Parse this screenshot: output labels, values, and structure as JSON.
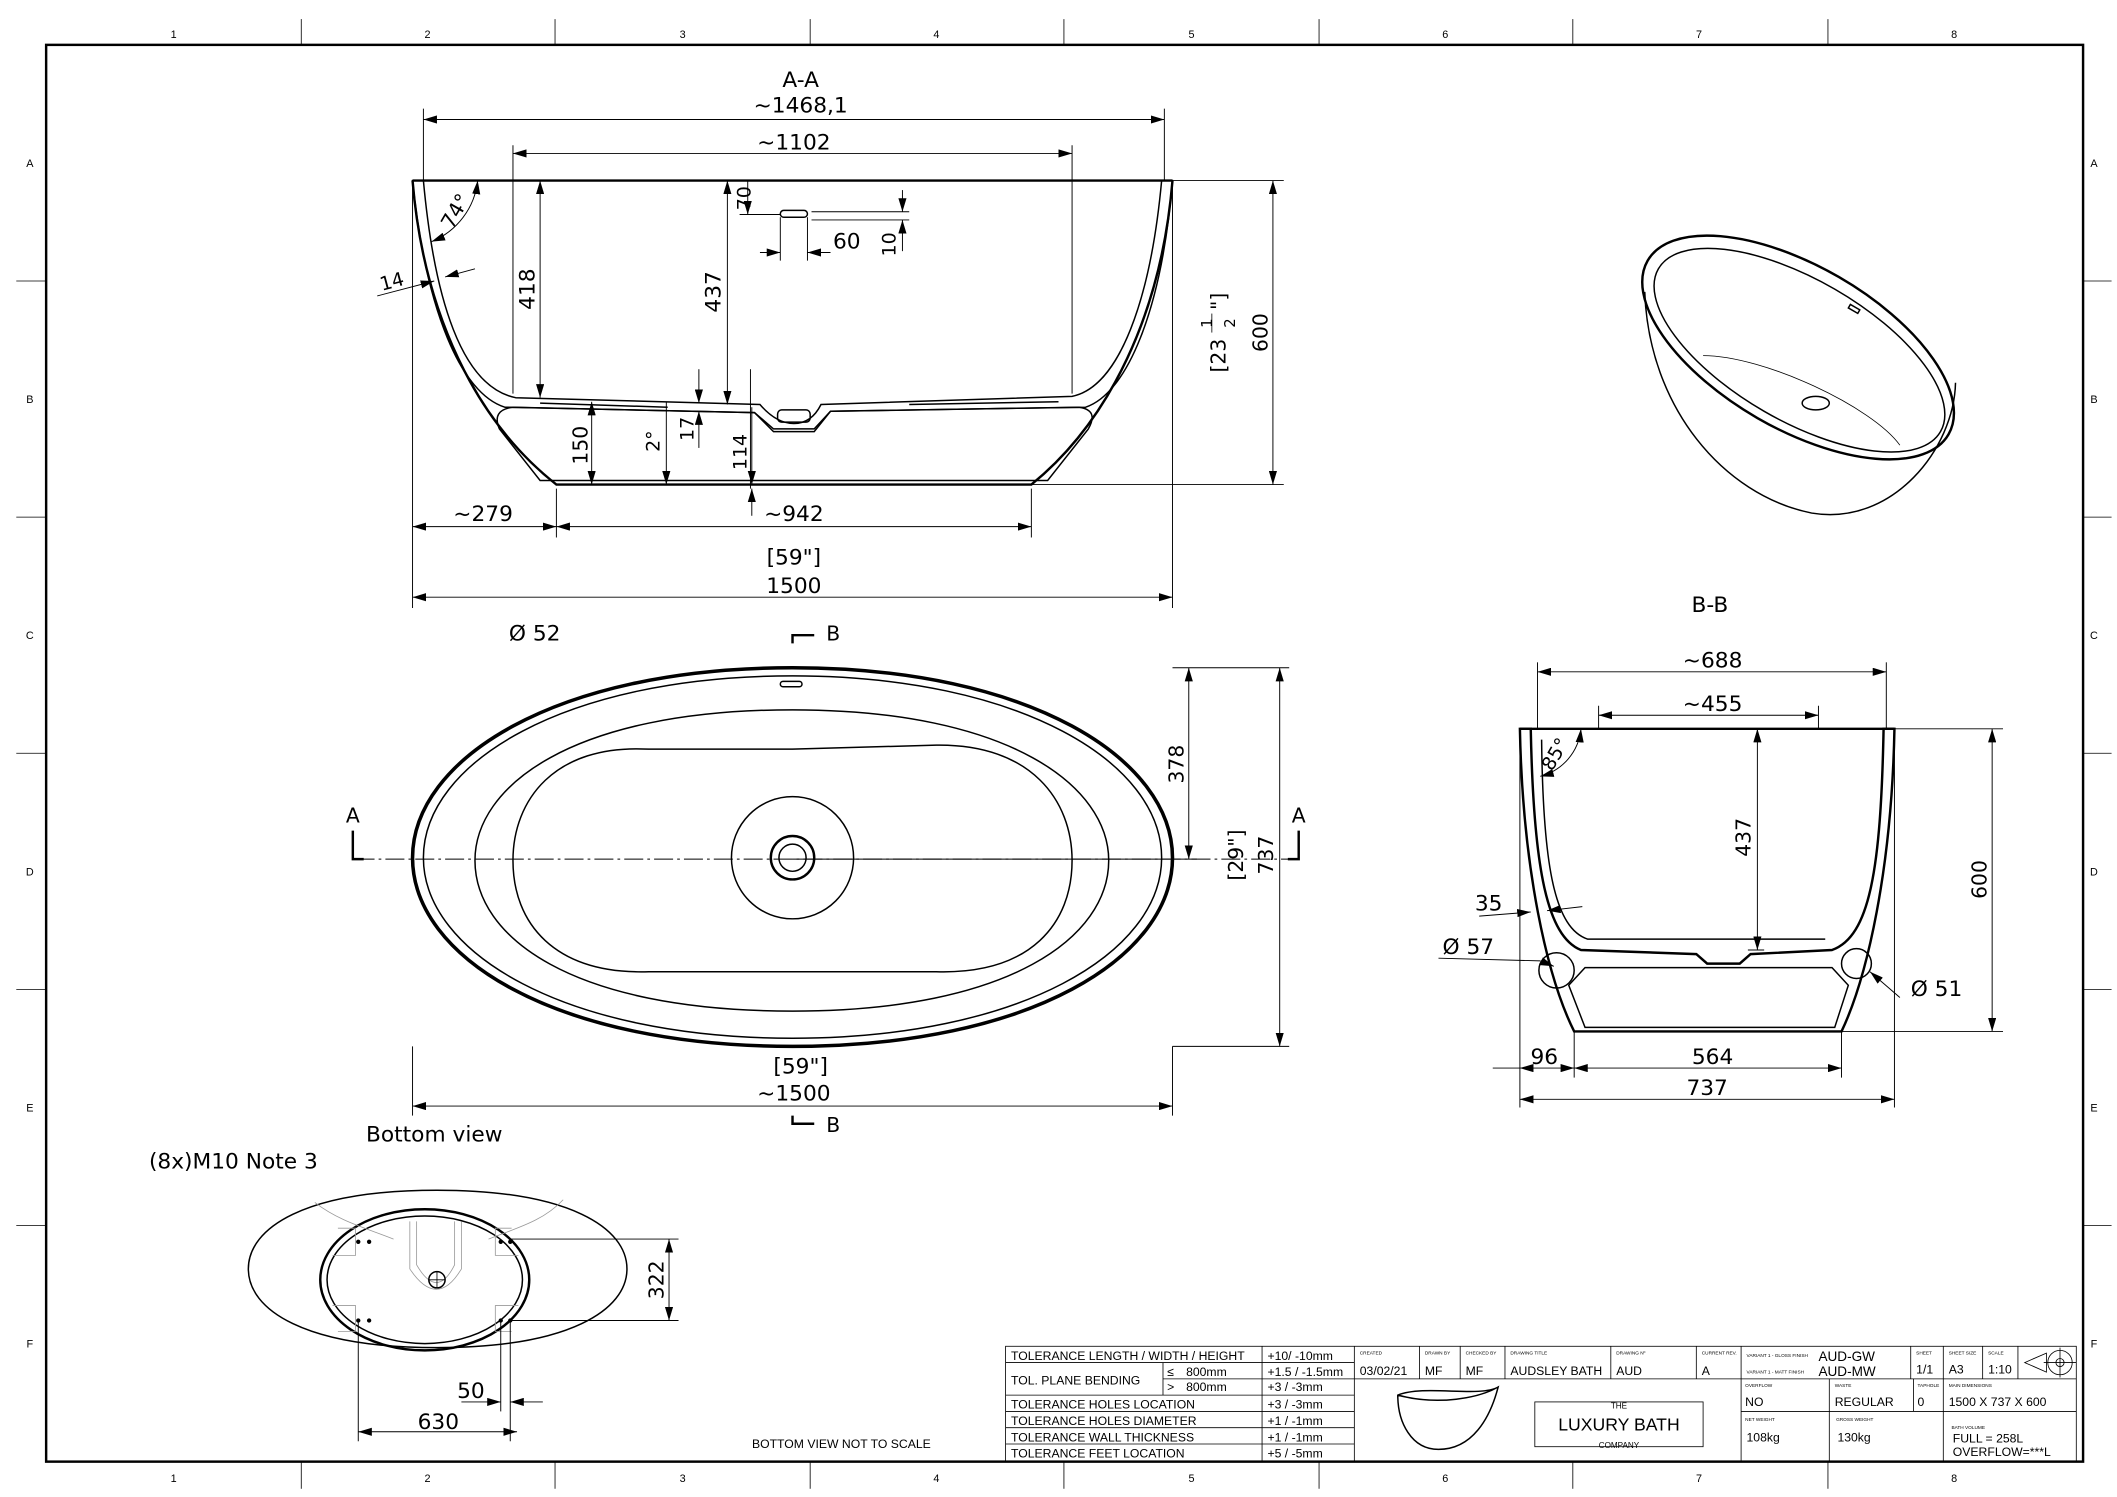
{
  "sheet": {
    "columns": [
      "1",
      "2",
      "3",
      "4",
      "5",
      "6",
      "7",
      "8"
    ],
    "rows": [
      "A",
      "B",
      "C",
      "D",
      "E",
      "F"
    ]
  },
  "section_aa": {
    "title": "A-A",
    "overall_top": "~1468,1",
    "inner_top": "~1102",
    "wall": "14",
    "angle": "74°",
    "depth_418": "418",
    "depth_437": "437",
    "overflow_70": "70",
    "overflow_60": "60",
    "overflow_10": "10",
    "height_in_whole": "[23",
    "height_in_num": "1",
    "height_in_den": "2",
    "height_in_close": "\"]",
    "height": "600",
    "foot_150": "150",
    "slope": "2°",
    "floor_17": "17",
    "drain_114": "114",
    "side_279": "~279",
    "base_942": "~942",
    "length_in": "[59\"]",
    "length": "1500"
  },
  "plan_view": {
    "drain_dia": "Ø 52",
    "section_b_top": "B",
    "section_b_bottom": "B",
    "section_a_left": "A",
    "section_a_right": "A",
    "half_width": "378",
    "width_in": "[29\"]",
    "width": "737",
    "length_in": "[59\"]",
    "length": "~1500"
  },
  "section_bb": {
    "title": "B-B",
    "top_width": "~688",
    "inner_width": "~455",
    "depth": "437",
    "height": "600",
    "angle": "85°",
    "wall": "35",
    "foot_left_dia": "Ø 57",
    "foot_right_dia": "Ø 51",
    "side_96": "96",
    "base_564": "564",
    "width": "737"
  },
  "bottom_view": {
    "title": "Bottom view",
    "note": "(8x)M10 Note 3",
    "hole_spacing_y": "322",
    "hole_pitch": "50",
    "hole_spacing_x": "630",
    "scale_note": "BOTTOM VIEW NOT TO SCALE"
  },
  "title_block": {
    "tolerances": [
      {
        "label": "TOLERANCE LENGTH / WIDTH / HEIGHT",
        "value": "+10/ -10mm"
      },
      {
        "label": "TOLERANCE HOLES LOCATION",
        "value": "+3 / -3mm"
      },
      {
        "label": "TOLERANCE HOLES DIAMETER",
        "value": "+1 / -1mm"
      },
      {
        "label": "TOLERANCE WALL THICKNESS",
        "value": "+1 / -1mm"
      },
      {
        "label": "TOLERANCE FEET LOCATION",
        "value": "+5 / -5mm"
      }
    ],
    "plane_bending": {
      "label": "TOL. PLANE BENDING",
      "le_symbol": "≤",
      "le": "800mm",
      "le_value": "+1.5 / -1.5mm",
      "gt_symbol": ">",
      "gt": "800mm",
      "gt_value": "+3 / -3mm"
    },
    "created_label": "CREATED",
    "created": "03/02/21",
    "drawn_by_label": "DRAWN BY",
    "drawn_by": "MF",
    "checked_by_label": "CHECKED BY",
    "checked_by": "MF",
    "drawing_title_label": "DRAWING TITLE",
    "drawing_title": "AUDSLEY BATH",
    "drawing_no_label": "DRAWING Nº",
    "drawing_no": "AUD",
    "current_rev_label": "CURRENT REV.",
    "current_rev": "A",
    "variant_gloss_label": "VARIANT 1 - GLOSS FINISH",
    "variant_gloss": "AUD-GW",
    "variant_matt_label": "VARIANT 1 - MATT FINISH",
    "variant_matt": "AUD-MW",
    "sheet_label": "SHEET",
    "sheet": "1/1",
    "sheet_size_label": "SHEET SIZE",
    "sheet_size": "A3",
    "scale_label": "SCALE",
    "scale": "1:10",
    "overflow_label": "OVERFLOW",
    "overflow": "NO",
    "waste_label": "WASTE",
    "waste": "REGULAR",
    "taphole_label": "TAPHOLE",
    "taphole": "0",
    "main_dimensions_label": "MAIN DIMENSIONS",
    "main_dimensions": "1500 X 737 X 600",
    "net_weight_label": "NET WEIGHT",
    "net_weight": "108kg",
    "gross_weight_label": "GROSS WEIGHT",
    "gross_weight": "130kg",
    "bath_volume_label": "BATH VOLUME",
    "bath_volume_full": "FULL = 258L",
    "bath_volume_overflow": "OVERFLOW=***L",
    "logo": {
      "top": "THE",
      "main": "LUXURY BATH",
      "bottom": "COMPANY"
    }
  }
}
